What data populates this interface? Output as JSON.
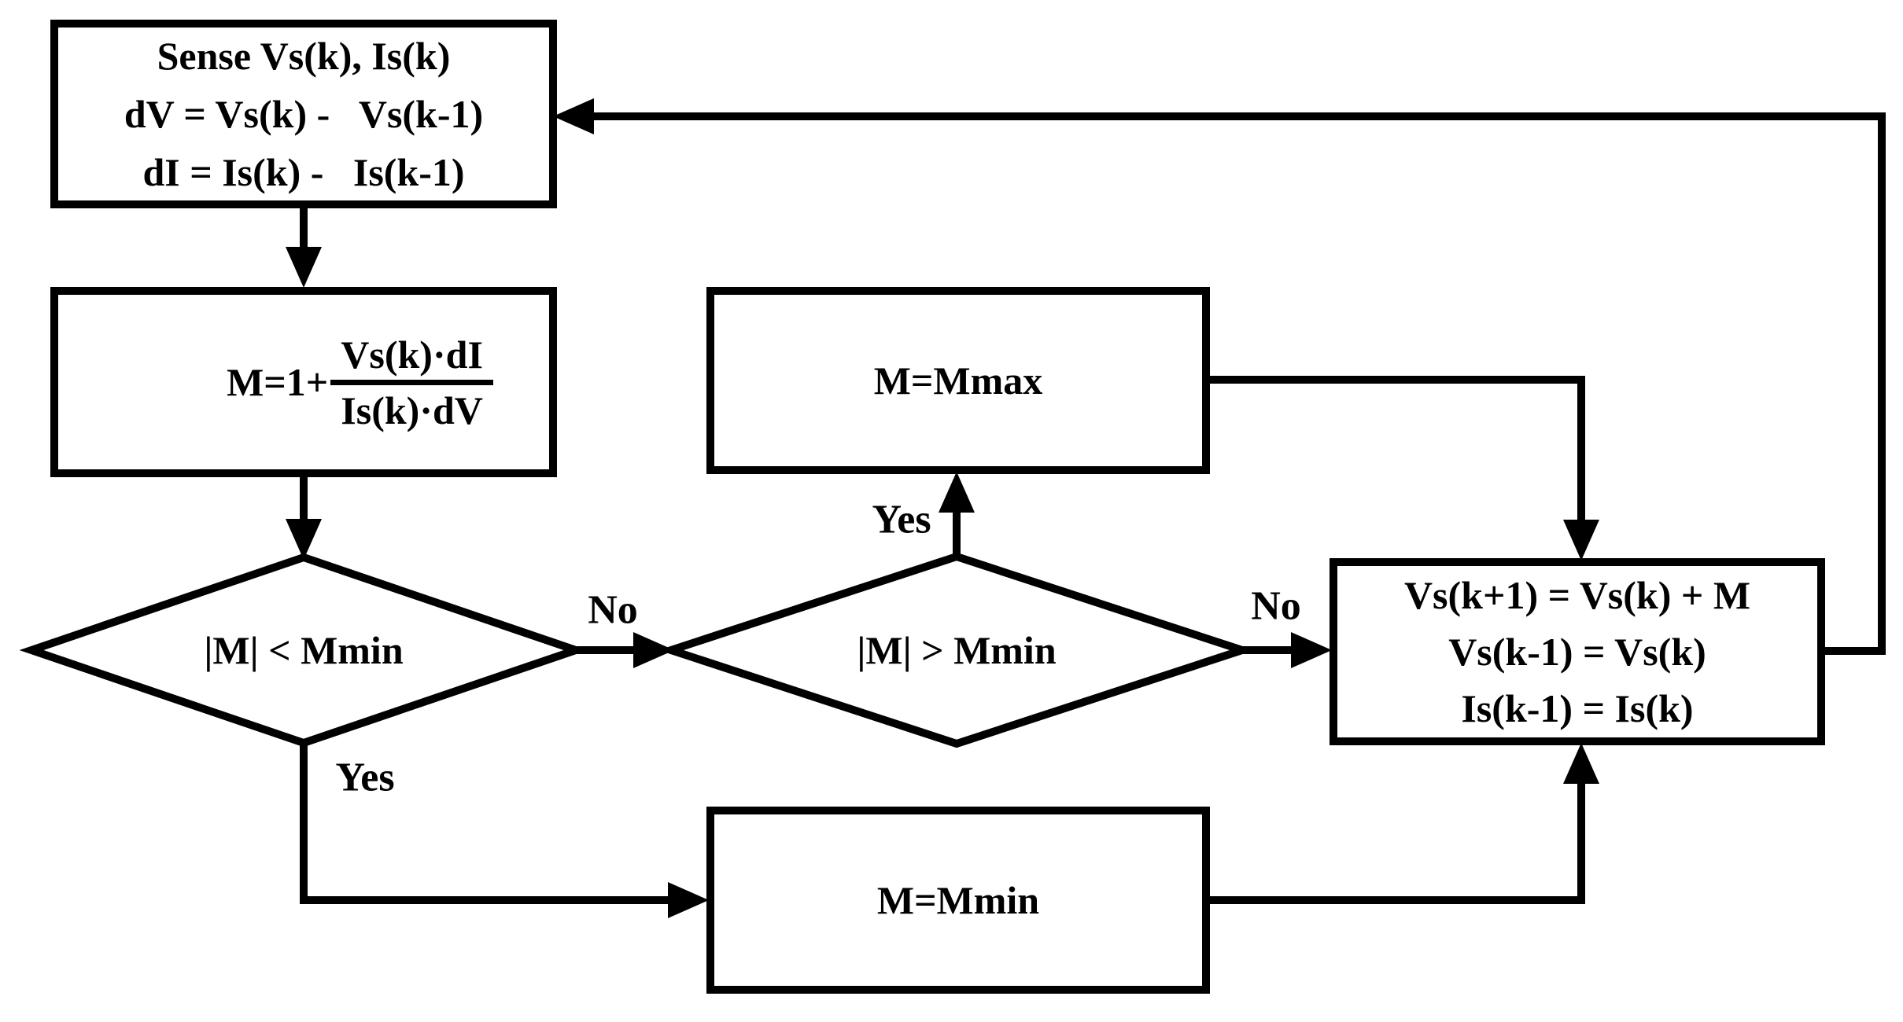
{
  "colors": {
    "background": "#ffffff",
    "ink": "#000000"
  },
  "nodes": {
    "sense": {
      "lines": [
        "Sense Vs(k), Is(k)",
        "dV = Vs(k) -   Vs(k-1)",
        "dI = Is(k) -   Is(k-1)"
      ]
    },
    "slope": {
      "prefix": "M=1+",
      "numerator": "Vs(k)·dI",
      "denominator": "Is(k)·dV"
    },
    "check_min": {
      "label": "|M| < Mmin"
    },
    "check_max": {
      "label": "|M| > Mmin"
    },
    "set_max": {
      "label": "M=Mmax"
    },
    "set_min": {
      "label": "M=Mmin"
    },
    "update": {
      "lines": [
        "Vs(k+1) = Vs(k) + M",
        "Vs(k-1) = Vs(k)",
        "Is(k-1) = Is(k)"
      ]
    }
  },
  "edge_labels": {
    "no_min": "No",
    "yes_min": "Yes",
    "yes_max": "Yes",
    "no_max": "No"
  }
}
